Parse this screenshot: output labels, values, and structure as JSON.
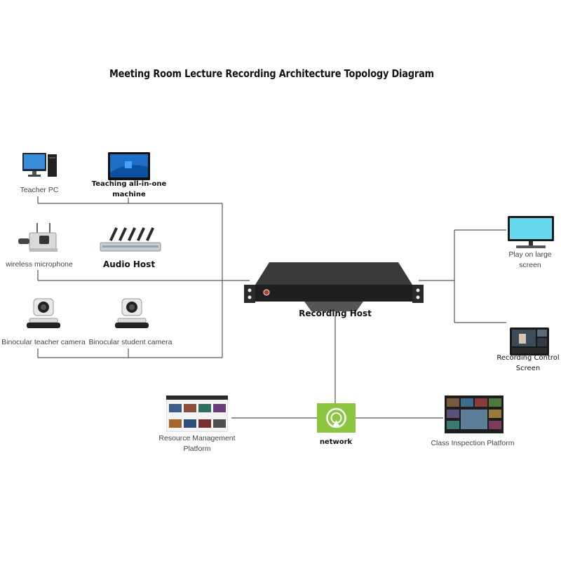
{
  "diagram": {
    "title": "Meeting Room Lecture Recording Architecture Topology Diagram",
    "nodes": {
      "teacher_pc": "Teacher PC",
      "teaching_all_in_one": [
        "Teaching all-in-one",
        "machine"
      ],
      "wireless_microphone": "wireless microphone",
      "audio_host": "Audio Host",
      "binocular_teacher_camera": "Binocular teacher camera",
      "binocular_student_camera": "Binocular student camera",
      "recording_host": "Recording Host",
      "play_on_large_screen": [
        "Play on large",
        "screen"
      ],
      "recording_control_screen": [
        "Recording Control",
        "Screen"
      ],
      "network": "network",
      "resource_management_platform": [
        "Resource Management",
        "Platform"
      ],
      "class_inspection_platform": "Class Inspection Platform"
    },
    "colors": {
      "line": "#555555",
      "network_green": "#8cc63f",
      "screen_cyan": "#66d9ef",
      "host_dark": "#2b2b2b"
    }
  }
}
